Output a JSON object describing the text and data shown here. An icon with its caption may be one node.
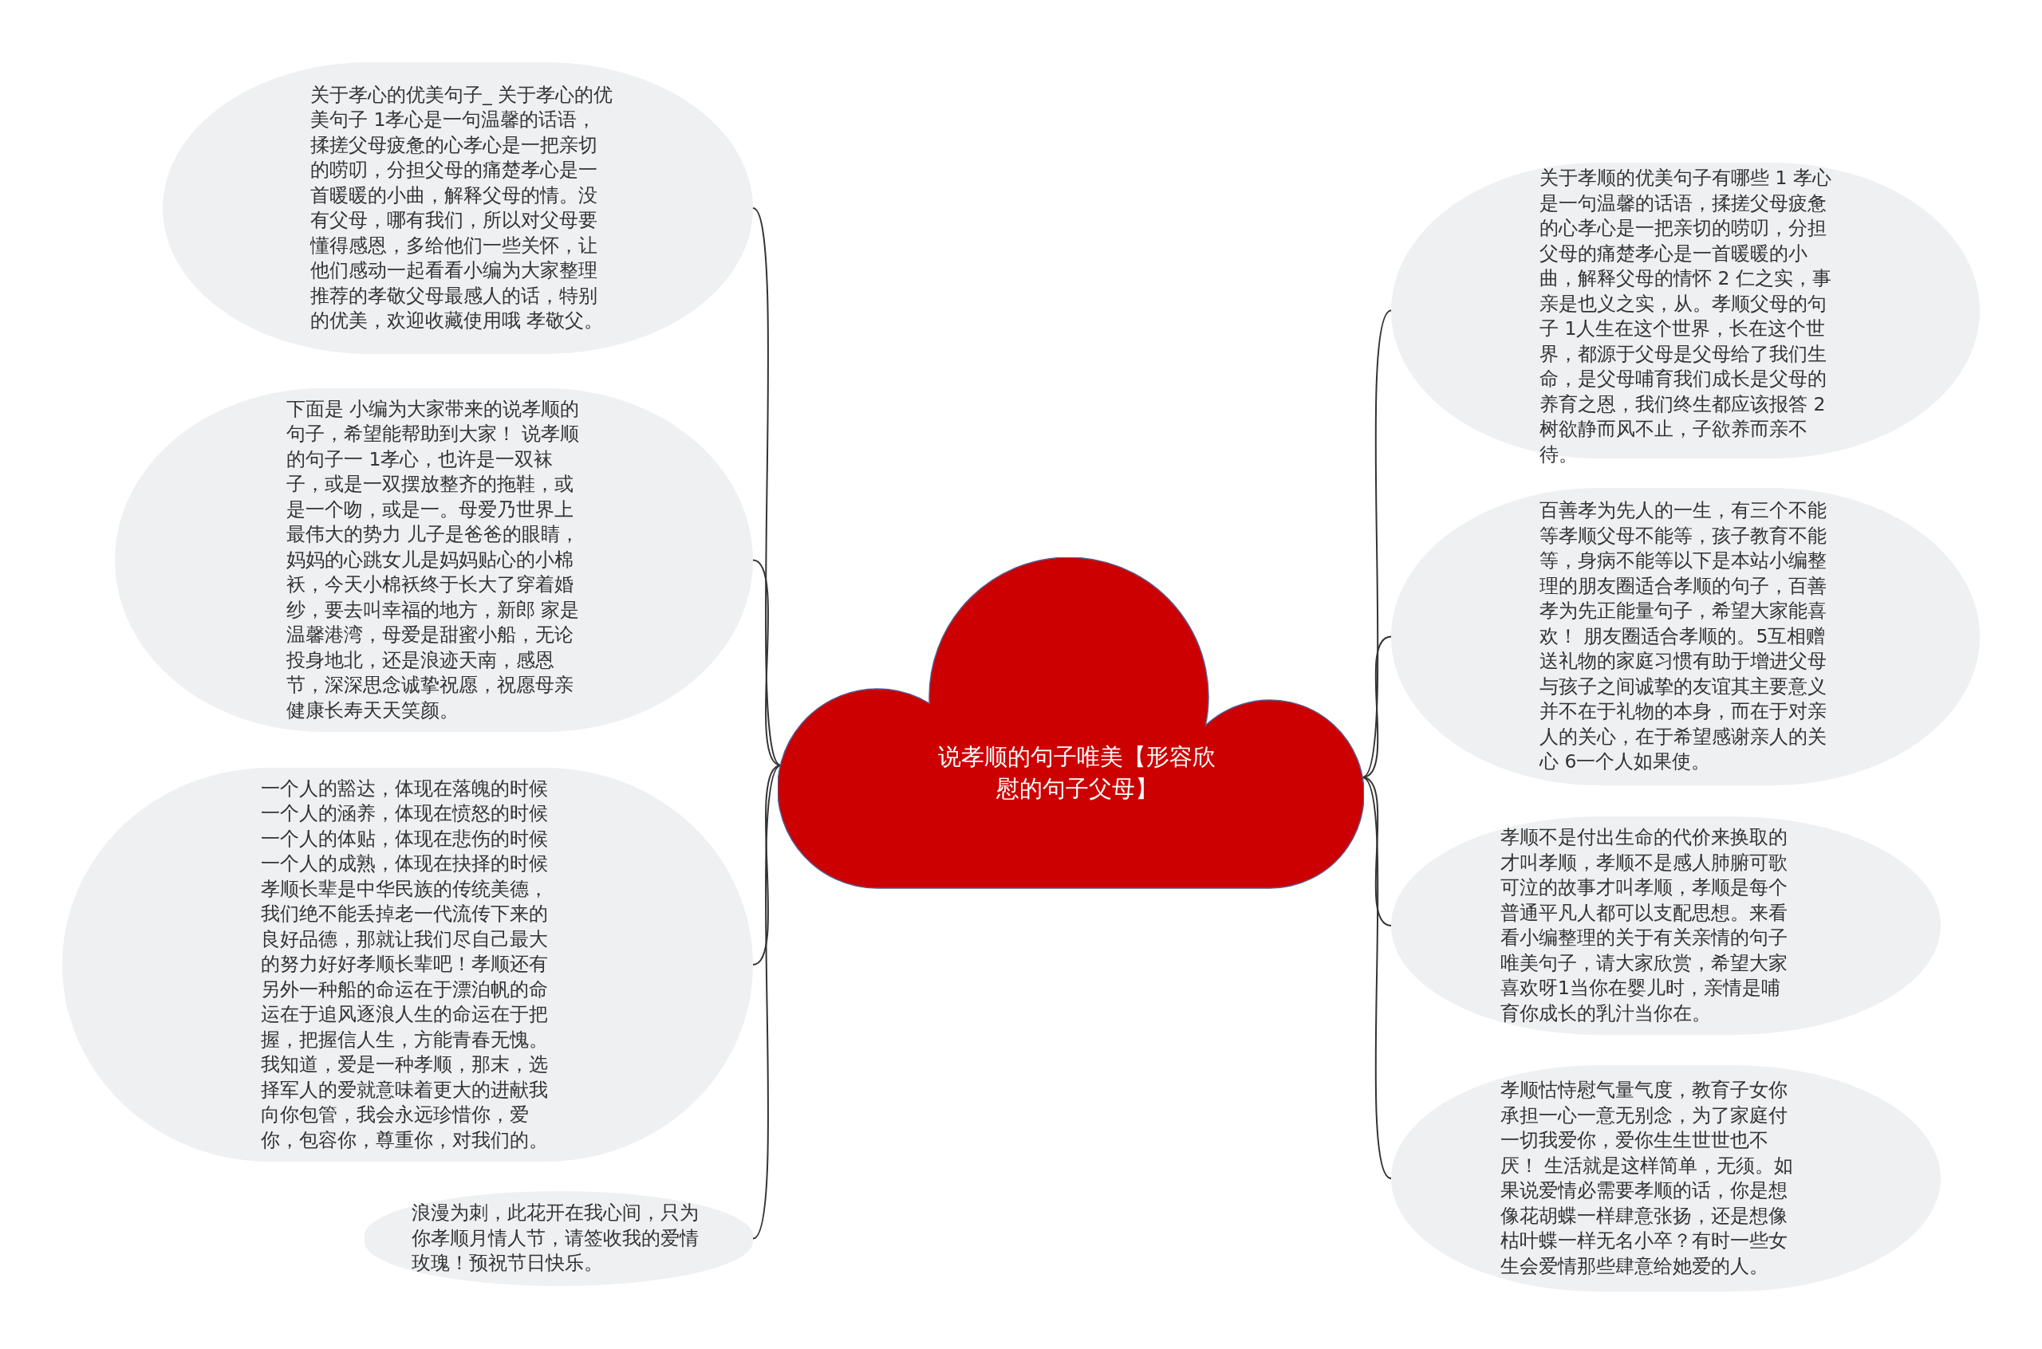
{
  "diagram": {
    "nodes": [
      {
        "text": [
          "说孝顺的句子唯美【形容欣慰的句子父母】"
        ]
      },
      {
        "text": [
          "关于孝心的优美句子_ 关于孝心的优美句子 1孝心是一句温馨的话语，揉搓父母疲惫的心孝心是一把亲切的唠叨，分担父母的痛楚孝心是一首暖暖的小曲，解释父母的情。没有父母，哪有我们，所以对父母要懂得感恩，多给他们一些关怀，让他们感动一起看看小编为大家整理推荐的孝敬父母最感人的话，特别的优美，欢迎收藏使用哦 孝敬父。"
        ]
      },
      {
        "text": [
          "下面是 小编为大家带来的说孝顺的句子，希望能帮助到大家！ 说孝顺的句子一 1孝心，也许是一双袜子，或是一双摆放整齐的拖鞋，或是一个吻，或是一。母爱乃世界上最伟大的势力 儿子是爸爸的眼睛，妈妈的心跳女儿是妈妈贴心的小棉袄，今天小棉袄终于长大了穿着婚纱，要去叫幸福的地方，新郎 家是温馨港湾，母爱是甜蜜小船，无论投身地北，还是浪迹天南，感恩节，深深思念诚挚祝愿，祝愿母亲健康长寿天天笑颜。"
        ]
      },
      {
        "text": [
          "一个人的豁达，体现在落魄的时候一个人的涵养，体现在愤怒的时候一个人的体贴，体现在悲伤的时候一个人的成熟，体现在抉择的时候孝顺长辈是中华民族的传统美德，我们绝不能丢掉老一代流传下来的良好品德，那就让我们尽自己最大的努力好好孝顺长辈吧！孝顺还有另外一种船的命运在于漂泊帆的命运在于追风逐浪人生的命运在于把握，把握信人生，方能青春无愧。我知道，爱是一种孝顺，那末，选择军人的爱就意味着更大的进献我向你包管，我会永远珍惜你，爱你，包容你，尊重你，对我们的。"
        ]
      },
      {
        "text": [
          "浪漫为刺，此花开在我心间，只为你孝顺月情人节，请签收我的爱情玫瑰！预祝节日快乐。"
        ]
      },
      {
        "text": [
          "关于孝顺的优美句子有哪些 1 孝心是一句温馨的话语，揉搓父母疲惫的心孝心是一把亲切的唠叨，分担父母的痛楚孝心是一首暖暖的小曲，解释父母的情怀 2 仁之实，事亲是也义之实，从。孝顺父母的句子 1人生在这个世界，长在这个世界，都源于父母是父母给了我们生命，是父母哺育我们成长是父母的养育之恩，我们终生都应该报答 2树欲静而风不止，子欲养而亲不待。"
        ]
      },
      {
        "text": [
          "百善孝为先人的一生，有三个不能等孝顺父母不能等，孩子教育不能等，身病不能等以下是本站小编整理的朋友圈适合孝顺的句子，百善孝为先正能量句子，希望大家能喜欢！ 朋友圈适合孝顺的。5互相赠送礼物的家庭习惯有助于增进父母与孩子之间诚挚的友谊其主要意义并不在于礼物的本身，而在于对亲人的关心，在于希望感谢亲人的关心 6一个人如果使。"
        ]
      },
      {
        "text": [
          "孝顺不是付出生命的代价来换取的才叫孝顺，孝顺不是感人肺腑可歌可泣的故事才叫孝顺，孝顺是每个普通平凡人都可以支配思想。来看看小编整理的关于有关亲情的句子唯美句子，请大家欣赏，希望大家喜欢呀1当你在婴儿时，亲情是哺育你成长的乳汁当你在。"
        ]
      },
      {
        "text": [
          "孝顺怙恃慰气量气度，教育子女你承担一心一意无别念，为了家庭付一切我爱你，爱你生生世世也不厌！ 生活就是这样简单，无须。如果说爱情必需要孝顺的话，你是想像花胡蝶一样肆意张扬，还是想像枯叶蝶一样无名小卒？有时一些女生会爱情那些肆意给她爱的人。"
        ]
      }
    ],
    "edges": [
      {
        "from": 0,
        "to": 1,
        "arrow": "none"
      },
      {
        "from": 0,
        "to": 2,
        "arrow": "none"
      },
      {
        "from": 0,
        "to": 3,
        "arrow": "none"
      },
      {
        "from": 0,
        "to": 4,
        "arrow": "none"
      },
      {
        "from": 0,
        "to": 5,
        "arrow": "none"
      },
      {
        "from": 0,
        "to": 6,
        "arrow": "none"
      },
      {
        "from": 0,
        "to": 7,
        "arrow": "none"
      },
      {
        "from": 0,
        "to": 8,
        "arrow": "none"
      }
    ]
  }
}
